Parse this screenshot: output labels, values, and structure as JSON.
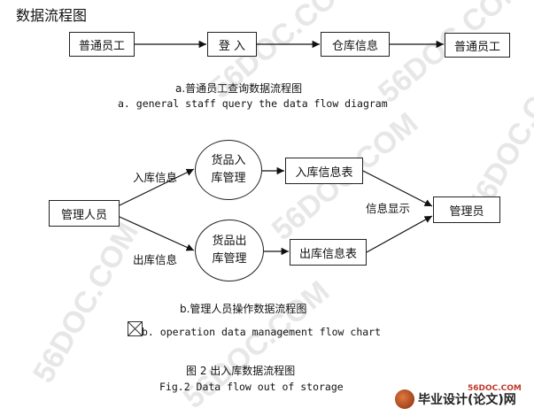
{
  "watermark": "56DOC.COM",
  "title": "数据流程图",
  "flow_a": {
    "nodes": [
      "普通员工",
      "登 入",
      "仓库信息",
      "普通员工"
    ],
    "caption_cn": "a.普通员工查询数据流程图",
    "caption_en": "a. general staff query the data flow diagram"
  },
  "flow_b": {
    "manager": "管理人员",
    "in_process": [
      "货品入",
      "库管理"
    ],
    "out_process": [
      "货品出",
      "库管理"
    ],
    "in_table": "入库信息表",
    "out_table": "出库信息表",
    "admin": "管理员",
    "in_flow_label": "入库信息",
    "out_flow_label": "出库信息",
    "display_label": "信息显示",
    "caption_cn": "b.管理人员操作数据流程图",
    "caption_en": "b. operation data management flow chart"
  },
  "figure_caption_cn": "图 2  出入库数据流程图",
  "figure_caption_en": "Fig.2 Data flow out of storage",
  "logo": {
    "text": "毕业设计(论文)网",
    "site": "56DOC.COM",
    "icon": "logo-disc-icon"
  }
}
